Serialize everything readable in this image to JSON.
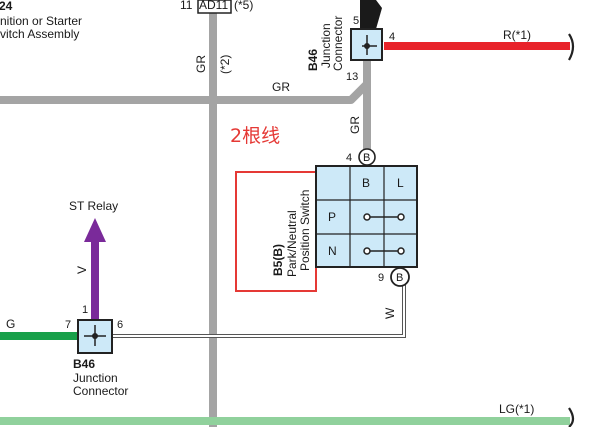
{
  "colors": {
    "gr_wire": "#a4a4a4",
    "r_wire": "#e8232a",
    "v_wire": "#7a2a9a",
    "g_wire": "#18a04a",
    "lg_wire": "#90d19c",
    "connector_fill": "#cde9f8",
    "annotation_red": "#e53935",
    "switch_label_yellow": "#c69214",
    "connector_dark": "#2a2a2a"
  },
  "top_left_component": {
    "number": "24",
    "name_line1": "nition or Starter",
    "name_line2": "vitch Assembly"
  },
  "ad11_connector": {
    "pin": "11",
    "name": "AD11",
    "note": "(*5)"
  },
  "vertical_gr_wire": {
    "color_code": "GR",
    "note": "(*2)"
  },
  "horizontal_gr_wire": {
    "color_code": "GR"
  },
  "junction_top": {
    "code": "B46",
    "name_line1": "Junction",
    "name_line2": "Connector",
    "pin_top": "5",
    "pin_right": "4",
    "pin_bottom": "13"
  },
  "r_wire": {
    "label": "R(*1)"
  },
  "gr_down_wire": {
    "color_code": "GR"
  },
  "annotation": {
    "text": "2根线"
  },
  "switch": {
    "code": "B5(B)",
    "name_line1": "Park/Neutral",
    "name_line2": "Position Switch",
    "pin_top": "4",
    "pin_top_type": "B",
    "pin_bottom": "9",
    "pin_bottom_type": "B",
    "grid": {
      "header": [
        "",
        "B",
        "L"
      ],
      "rows": [
        "P",
        "N"
      ]
    }
  },
  "st_relay": {
    "label": "ST Relay",
    "wire_color_code": "V",
    "pin": "1"
  },
  "junction_bottom": {
    "code": "B46",
    "name_line1": "Junction",
    "name_line2": "Connector",
    "pin_left": "7",
    "pin_right": "6"
  },
  "g_wire": {
    "color_code": "G"
  },
  "w_wire": {
    "color_code": "W"
  },
  "lg_wire": {
    "label": "LG(*1)"
  }
}
